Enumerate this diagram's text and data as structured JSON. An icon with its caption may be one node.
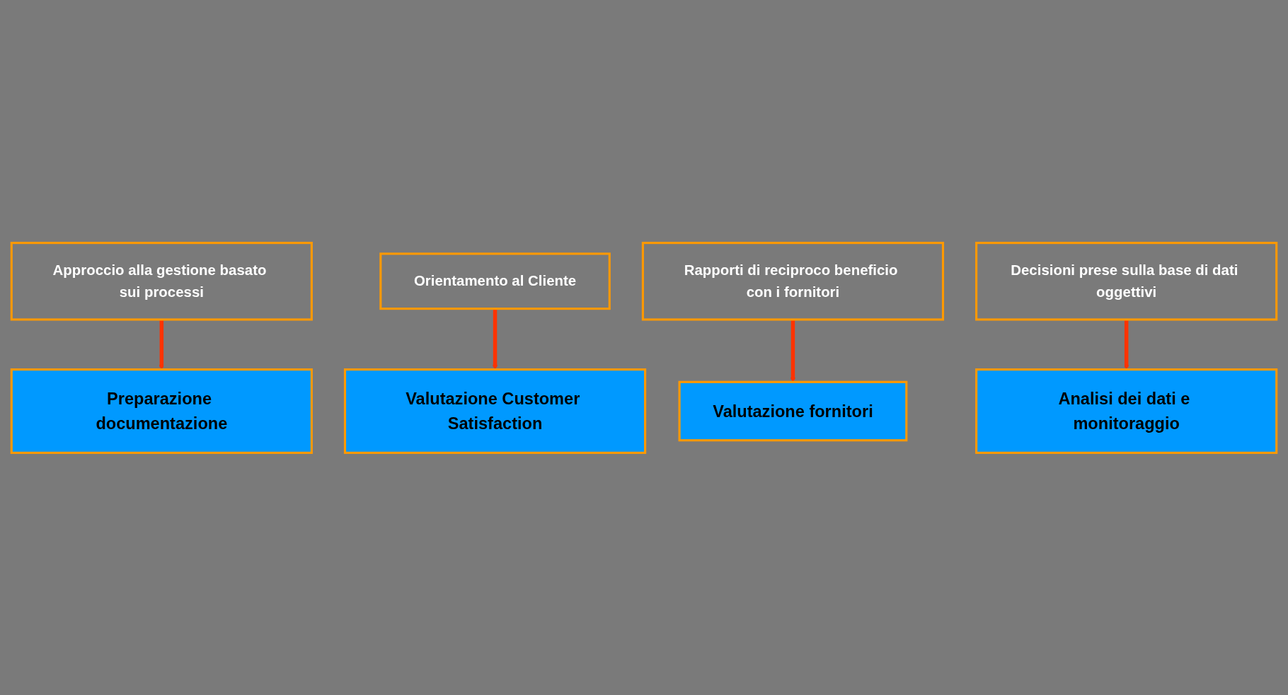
{
  "diagram": {
    "nodes": [
      {
        "text": [
          "Approccio alla gestione basato sui processi"
        ]
      },
      {
        "text": [
          "Orientamento al Cliente"
        ]
      },
      {
        "text": [
          "Preparazione documentazione"
        ]
      },
      {
        "text": [
          "Valutazione Customer Satisfaction"
        ]
      },
      {
        "text": [
          "Valutazione fornitori"
        ]
      },
      {
        "text": [
          "Analisi dei dati e monitoraggio"
        ]
      },
      {
        "text": [
          "Rapporti di reciproco beneficio con i fornitori"
        ]
      },
      {
        "text": [
          "Decisioni prese sulla base di dati oggettivi"
        ]
      }
    ],
    "edges": [
      {
        "from": 0,
        "to": 2,
        "arrow": "to"
      },
      {
        "from": 1,
        "to": 3,
        "arrow": "to"
      },
      {
        "from": 6,
        "to": 4,
        "arrow": "to"
      },
      {
        "from": 7,
        "to": 5,
        "arrow": "to"
      }
    ]
  }
}
